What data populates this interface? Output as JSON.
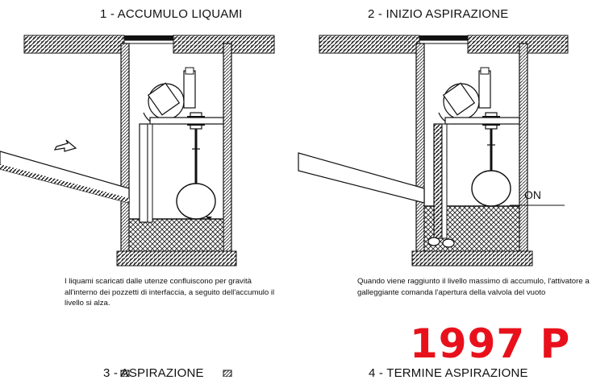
{
  "panels": [
    {
      "title": "1 - ACCUMULO LIQUAMI",
      "caption": "I liquami scaricati dalle utenze confluiscono per gravità all'interno dei pozzetti di interfaccia, a seguito dell'accumulo il livello si alza."
    },
    {
      "title": "2 - INIZIO ASPIRAZIONE",
      "float_label": "ON",
      "caption": "Quando viene raggiunto il livello massimo di accumulo, l'attivatore a galleggiante comanda l'apertura della valvola del vuoto"
    },
    {
      "title": "3 - ASPIRAZIONE"
    },
    {
      "title": "4 - TERMINE ASPIRAZIONE"
    }
  ],
  "stamp": "1997 P"
}
